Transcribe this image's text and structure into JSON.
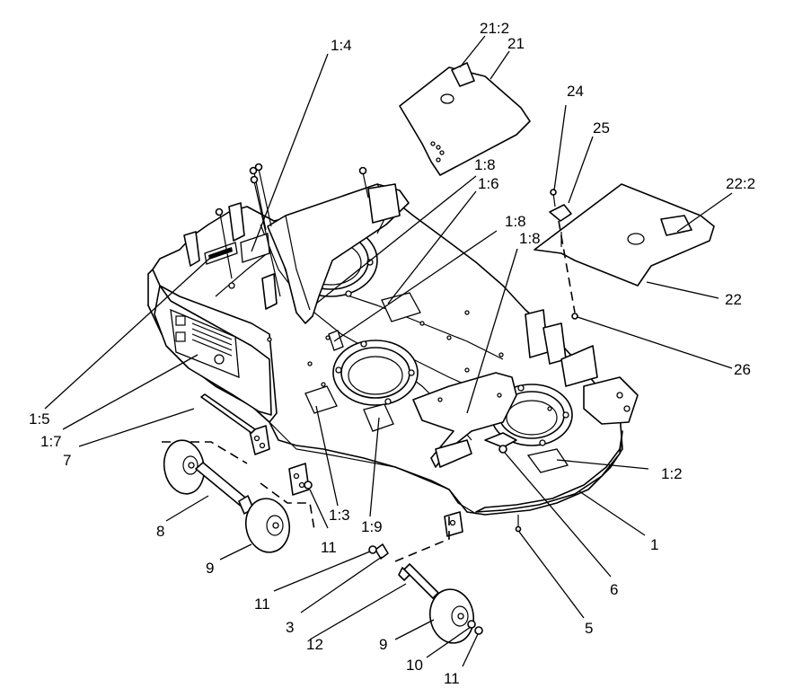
{
  "diagram": {
    "callouts": [
      {
        "id": "c_21_2",
        "text": "21:2"
      },
      {
        "id": "c_21",
        "text": "21"
      },
      {
        "id": "c_1_4",
        "text": "1:4"
      },
      {
        "id": "c_24",
        "text": "24"
      },
      {
        "id": "c_25",
        "text": "25"
      },
      {
        "id": "c_22_2",
        "text": "22:2"
      },
      {
        "id": "c_1_8a",
        "text": "1:8"
      },
      {
        "id": "c_1_6",
        "text": "1:6"
      },
      {
        "id": "c_1_8b",
        "text": "1:8"
      },
      {
        "id": "c_1_8c",
        "text": "1:8"
      },
      {
        "id": "c_22",
        "text": "22"
      },
      {
        "id": "c_26",
        "text": "26"
      },
      {
        "id": "c_1_5",
        "text": "1:5"
      },
      {
        "id": "c_1_7",
        "text": "1:7"
      },
      {
        "id": "c_7",
        "text": "7"
      },
      {
        "id": "c_1_2",
        "text": "1:2"
      },
      {
        "id": "c_8",
        "text": "8"
      },
      {
        "id": "c_1_3",
        "text": "1:3"
      },
      {
        "id": "c_1_9",
        "text": "1:9"
      },
      {
        "id": "c_11a",
        "text": "11"
      },
      {
        "id": "c_1",
        "text": "1"
      },
      {
        "id": "c_9a",
        "text": "9"
      },
      {
        "id": "c_11b",
        "text": "11"
      },
      {
        "id": "c_6",
        "text": "6"
      },
      {
        "id": "c_3",
        "text": "3"
      },
      {
        "id": "c_5",
        "text": "5"
      },
      {
        "id": "c_12",
        "text": "12"
      },
      {
        "id": "c_9b",
        "text": "9"
      },
      {
        "id": "c_10",
        "text": "10"
      },
      {
        "id": "c_11c",
        "text": "11"
      }
    ]
  }
}
